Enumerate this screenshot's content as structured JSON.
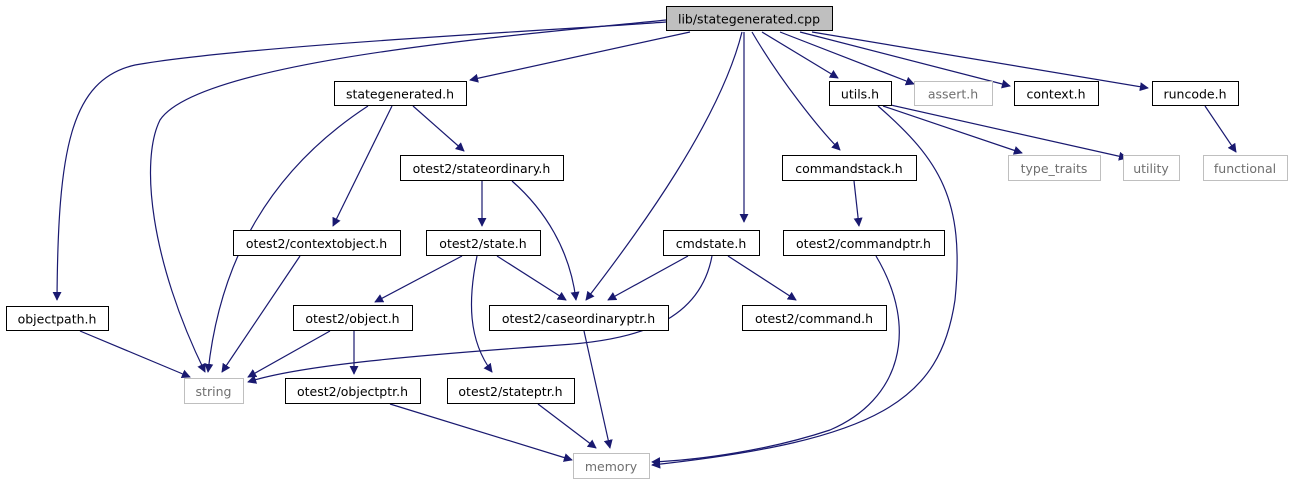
{
  "colors": {
    "edge": "#191970",
    "node_border": "#000000",
    "external_border": "#bfbfbf",
    "root_fill": "#bfbfbf",
    "node_fill": "#ffffff"
  },
  "nodes": [
    {
      "id": "root",
      "label": "lib/stategenerated.cpp",
      "kind": "root"
    },
    {
      "id": "objectpath",
      "label": "objectpath.h",
      "kind": "header"
    },
    {
      "id": "stategenerated",
      "label": "stategenerated.h",
      "kind": "header"
    },
    {
      "id": "utils",
      "label": "utils.h",
      "kind": "header"
    },
    {
      "id": "assert",
      "label": "assert.h",
      "kind": "external"
    },
    {
      "id": "context",
      "label": "context.h",
      "kind": "header"
    },
    {
      "id": "runcode",
      "label": "runcode.h",
      "kind": "header"
    },
    {
      "id": "stateordinary",
      "label": "otest2/stateordinary.h",
      "kind": "header"
    },
    {
      "id": "commandstack",
      "label": "commandstack.h",
      "kind": "header"
    },
    {
      "id": "type_traits",
      "label": "type_traits",
      "kind": "external"
    },
    {
      "id": "utility",
      "label": "utility",
      "kind": "external"
    },
    {
      "id": "functional",
      "label": "functional",
      "kind": "external"
    },
    {
      "id": "contextobject",
      "label": "otest2/contextobject.h",
      "kind": "header"
    },
    {
      "id": "state",
      "label": "otest2/state.h",
      "kind": "header"
    },
    {
      "id": "cmdstate",
      "label": "cmdstate.h",
      "kind": "header"
    },
    {
      "id": "commandptr",
      "label": "otest2/commandptr.h",
      "kind": "header"
    },
    {
      "id": "object",
      "label": "otest2/object.h",
      "kind": "header"
    },
    {
      "id": "caseordinaryptr",
      "label": "otest2/caseordinaryptr.h",
      "kind": "header"
    },
    {
      "id": "command",
      "label": "otest2/command.h",
      "kind": "header"
    },
    {
      "id": "string",
      "label": "string",
      "kind": "external"
    },
    {
      "id": "objectptr",
      "label": "otest2/objectptr.h",
      "kind": "header"
    },
    {
      "id": "stateptr",
      "label": "otest2/stateptr.h",
      "kind": "header"
    },
    {
      "id": "memory",
      "label": "memory",
      "kind": "external"
    }
  ],
  "edges": [
    [
      "root",
      "objectpath"
    ],
    [
      "root",
      "string"
    ],
    [
      "root",
      "stategenerated"
    ],
    [
      "root",
      "caseordinaryptr"
    ],
    [
      "root",
      "cmdstate"
    ],
    [
      "root",
      "commandstack"
    ],
    [
      "root",
      "utils"
    ],
    [
      "root",
      "assert"
    ],
    [
      "root",
      "context"
    ],
    [
      "root",
      "runcode"
    ],
    [
      "objectpath",
      "string"
    ],
    [
      "stategenerated",
      "string"
    ],
    [
      "stategenerated",
      "contextobject"
    ],
    [
      "stategenerated",
      "stateordinary"
    ],
    [
      "stateordinary",
      "state"
    ],
    [
      "stateordinary",
      "caseordinaryptr"
    ],
    [
      "contextobject",
      "string"
    ],
    [
      "state",
      "object"
    ],
    [
      "state",
      "caseordinaryptr"
    ],
    [
      "state",
      "stateptr"
    ],
    [
      "object",
      "string"
    ],
    [
      "object",
      "objectptr"
    ],
    [
      "objectptr",
      "memory"
    ],
    [
      "stateptr",
      "memory"
    ],
    [
      "caseordinaryptr",
      "memory"
    ],
    [
      "cmdstate",
      "string"
    ],
    [
      "cmdstate",
      "caseordinaryptr"
    ],
    [
      "cmdstate",
      "command"
    ],
    [
      "commandstack",
      "commandptr"
    ],
    [
      "commandptr",
      "memory"
    ],
    [
      "utils",
      "type_traits"
    ],
    [
      "utils",
      "utility"
    ],
    [
      "utils",
      "memory"
    ],
    [
      "runcode",
      "functional"
    ]
  ]
}
